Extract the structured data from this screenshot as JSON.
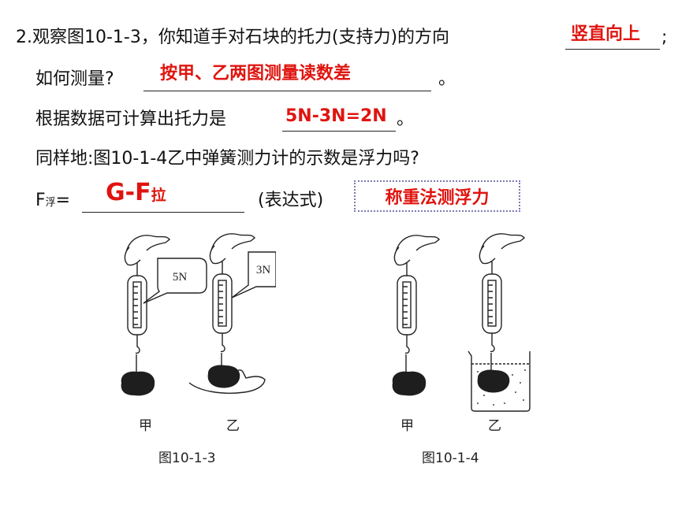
{
  "question": {
    "number_prefix": "2.",
    "line1": "观察图10-1-3，你知道手对石块的托力(支持力)的方向",
    "line1_answer": "竖直向上",
    "line1_end": ";",
    "line2": "如何测量?",
    "line2_answer": "按甲、乙两图测量读数差",
    "line2_end": "。",
    "line3": "根据数据可计算出托力是",
    "line3_answer": "5N-3N=2N",
    "line3_end": "。",
    "line4": "同样地:图10-1-4乙中弹簧测力计的示数是浮力吗?",
    "line5_f": "F",
    "line5_sub": "浮",
    "line5_eq": "=",
    "line5_answer_main": "G-F",
    "line5_answer_sub": "拉",
    "line5_expr": "(表达式)",
    "method_box": "称重法测浮力"
  },
  "figure_1": {
    "bubble_left": "5N",
    "bubble_right": "3N",
    "label_left": "甲",
    "label_right": "乙",
    "caption": "图10-1-3"
  },
  "figure_2": {
    "label_left": "甲",
    "label_right": "乙",
    "caption": "图10-1-4"
  }
}
